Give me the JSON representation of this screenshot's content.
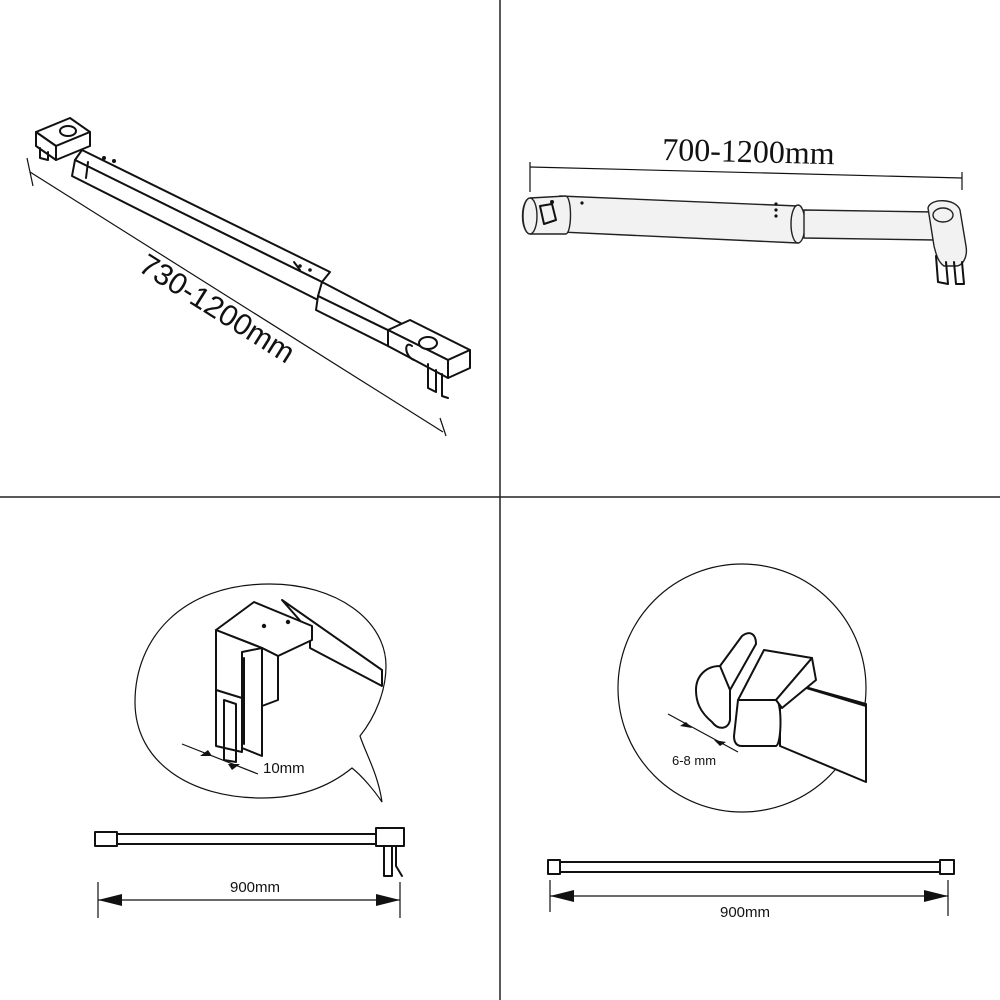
{
  "panels": {
    "top_left": {
      "dimension": "730-1200mm"
    },
    "top_right": {
      "dimension": "700-1200mm"
    },
    "bottom_left": {
      "clamp_gap": "10mm",
      "length": "900mm"
    },
    "bottom_right": {
      "clamp_gap": "6-8 mm",
      "length": "900mm"
    }
  },
  "colors": {
    "line": "#111111",
    "background": "#ffffff",
    "divider": "#222222"
  }
}
